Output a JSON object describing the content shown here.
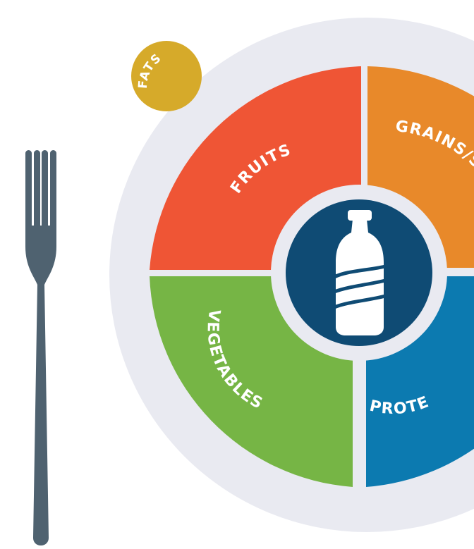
{
  "plate": {
    "segments": [
      {
        "key": "fruits",
        "label": "FRUITS",
        "color": "#EF5535"
      },
      {
        "key": "grains",
        "label": "GRAINS/S",
        "color": "#E8892A"
      },
      {
        "key": "vegetables",
        "label": "VEGETABLES",
        "color": "#76B545"
      },
      {
        "key": "protein",
        "label": "PROTE",
        "color": "#0C7AB0"
      }
    ],
    "rim_color": "#E9EAF1",
    "center_color": "#0F4B74"
  },
  "fats": {
    "label": "FATS",
    "color": "#D6AA2A"
  },
  "center_icon": "water-bottle-icon",
  "fork_icon": "fork-icon",
  "fork_color": "#4F6270"
}
